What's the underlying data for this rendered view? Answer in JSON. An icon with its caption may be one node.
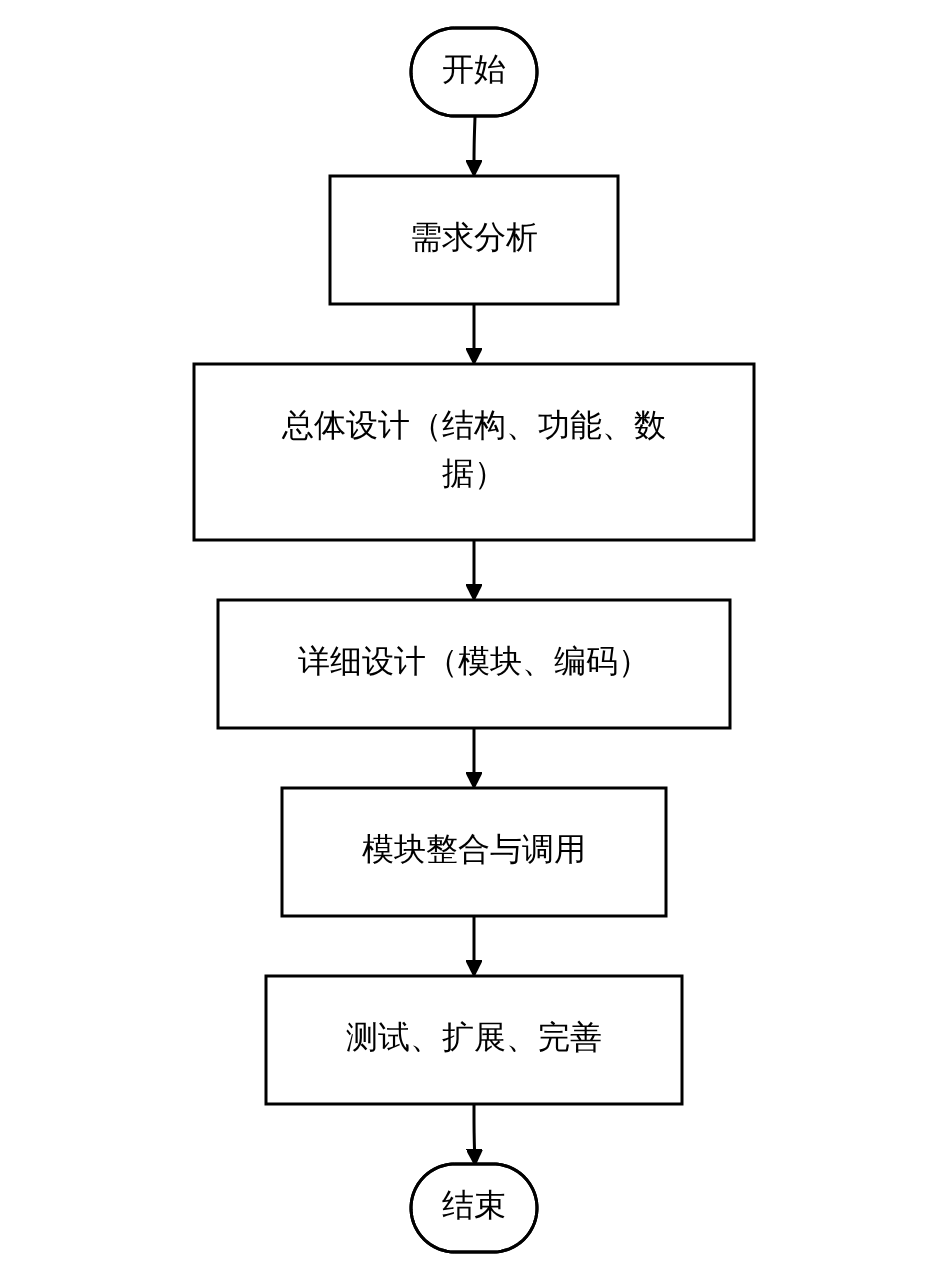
{
  "diagram": {
    "nodes": [
      {
        "text": [
          "开始"
        ]
      },
      {
        "text": [
          "需求分析"
        ]
      },
      {
        "text": [
          "总体设计（结构、功能、数据）"
        ]
      },
      {
        "text": [
          "详细设计（模块、编码）"
        ]
      },
      {
        "text": [
          "模块整合与调用"
        ]
      },
      {
        "text": [
          "测试、扩展、完善"
        ]
      },
      {
        "text": [
          "结束"
        ]
      }
    ],
    "edges": [
      {
        "from": 0,
        "to": 1,
        "arrow": "to"
      },
      {
        "from": 1,
        "to": 2,
        "arrow": "to"
      },
      {
        "from": 2,
        "to": 3,
        "arrow": "to"
      },
      {
        "from": 3,
        "to": 4,
        "arrow": "to"
      },
      {
        "from": 4,
        "to": 5,
        "arrow": "to"
      },
      {
        "from": 5,
        "to": 6,
        "arrow": "to"
      }
    ]
  }
}
